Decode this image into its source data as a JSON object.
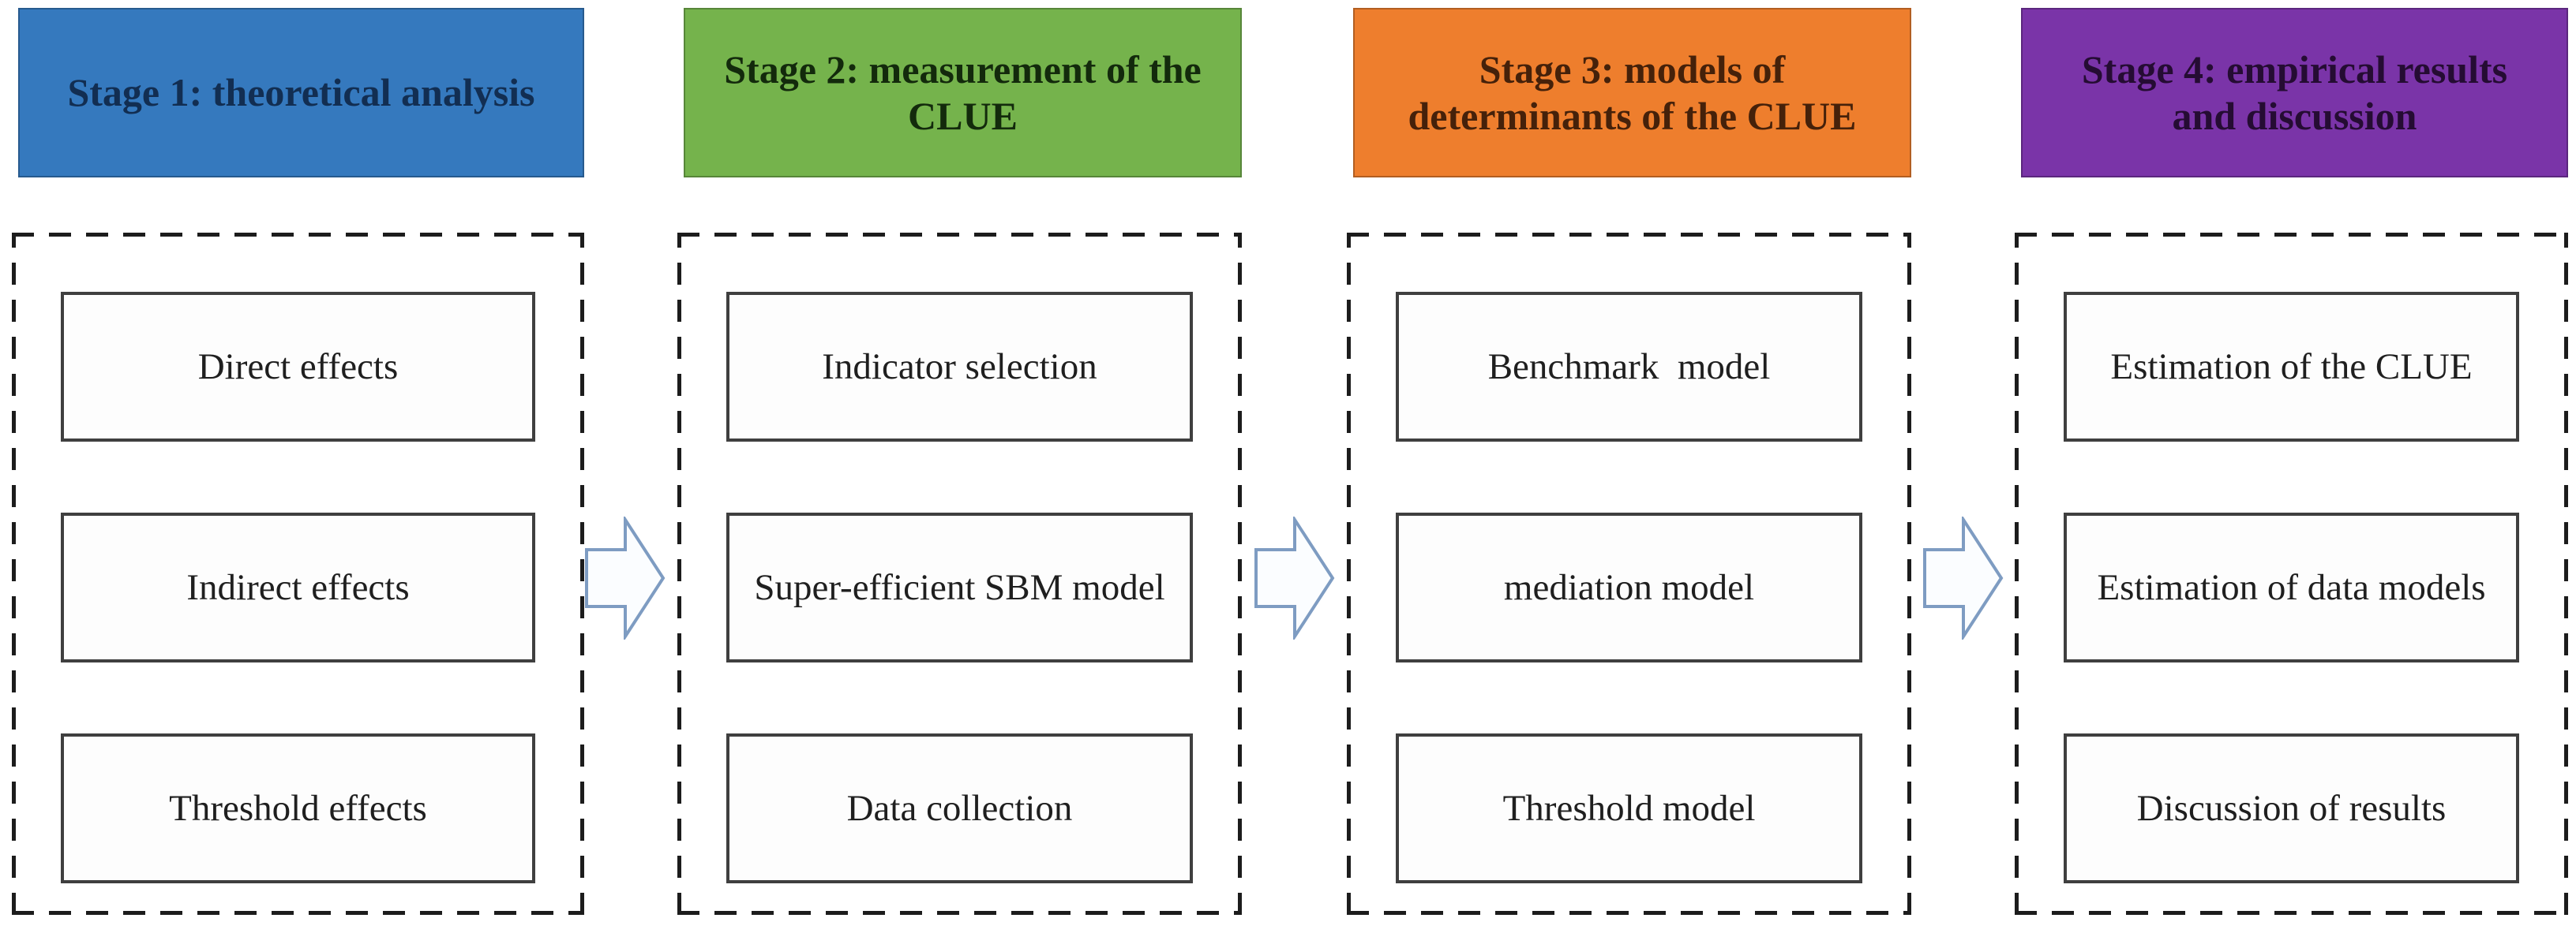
{
  "figure": {
    "description": "Four-stage research flowchart",
    "stages": [
      {
        "header": "Stage 1: theoretical analysis",
        "fill": "#3579BE",
        "text_color": "#122E52",
        "boxes": [
          "Direct effects",
          "Indirect effects",
          "Threshold effects"
        ]
      },
      {
        "header": "Stage 2: measurement of the CLUE",
        "fill": "#75B34C",
        "text_color": "#132A0C",
        "boxes": [
          "Indicator selection",
          "Super-efficient SBM model",
          "Data collection"
        ]
      },
      {
        "header": "Stage 3: models of determinants of the CLUE",
        "fill": "#EE7E2D",
        "text_color": "#45210A",
        "boxes": [
          "Benchmark  model",
          "mediation model",
          "Threshold model"
        ]
      },
      {
        "header": "Stage 4: empirical results and discussion",
        "fill": "#7A34A8",
        "text_color": "#250C33",
        "boxes": [
          "Estimation of the CLUE",
          "Estimation of data models",
          "Discussion of results"
        ]
      }
    ],
    "arrows": {
      "stroke": "#7E9CC2",
      "fill": "#FBFDFF"
    }
  }
}
